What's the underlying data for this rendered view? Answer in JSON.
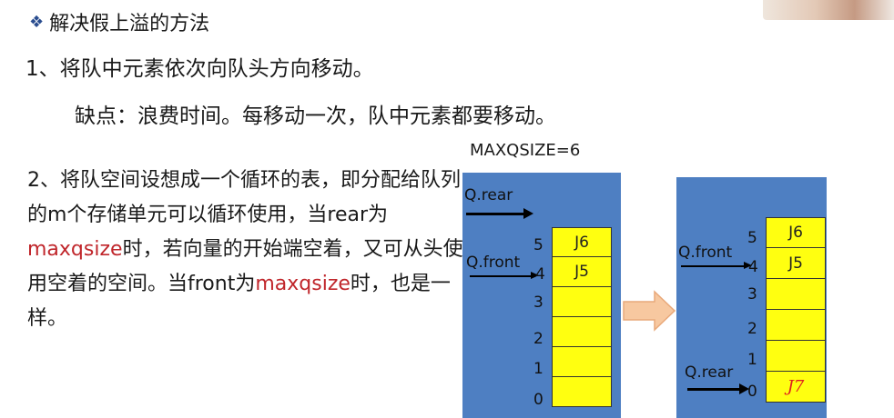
{
  "header": {
    "bullet_icon": "diamond-bullet-icon",
    "title": "解决假上溢的方法"
  },
  "method1": {
    "text": "1、将队中元素依次向队头方向移动。",
    "drawback": "缺点：浪费时间。每移动一次，队中元素都要移动。"
  },
  "method2": {
    "part1": "2、将队空间设想成一个循环的表，即分配给队列的m个存储单元可以循环使用，当rear为",
    "kw1": "maxqsize",
    "part2": "时，若向量的开始端空着，又可从头使用空着的空间。当front为",
    "kw2": "maxqsize",
    "part3": "时，也是一样。"
  },
  "diagram": {
    "maxqsize_label": "MAXQSIZE=6",
    "left": {
      "rear_label": "Q.rear",
      "front_label": "Q.front",
      "indices": [
        "5",
        "4",
        "3",
        "2",
        "1",
        "0"
      ],
      "cells": [
        "J6",
        "J5",
        "",
        "",
        "",
        ""
      ]
    },
    "right": {
      "front_label": "Q.front",
      "rear_label": "Q.rear",
      "indices": [
        "5",
        "4",
        "3",
        "2",
        "1",
        "0"
      ],
      "cells": [
        "J6",
        "J5",
        "",
        "",
        "",
        ""
      ],
      "handwritten": "J7"
    },
    "transition_icon": "right-arrow-icon"
  },
  "colors": {
    "panel": "#4e7fc2",
    "cell": "#ffff10",
    "keyword": "#c0262b",
    "arrow_fill": "#f7c8a0"
  }
}
